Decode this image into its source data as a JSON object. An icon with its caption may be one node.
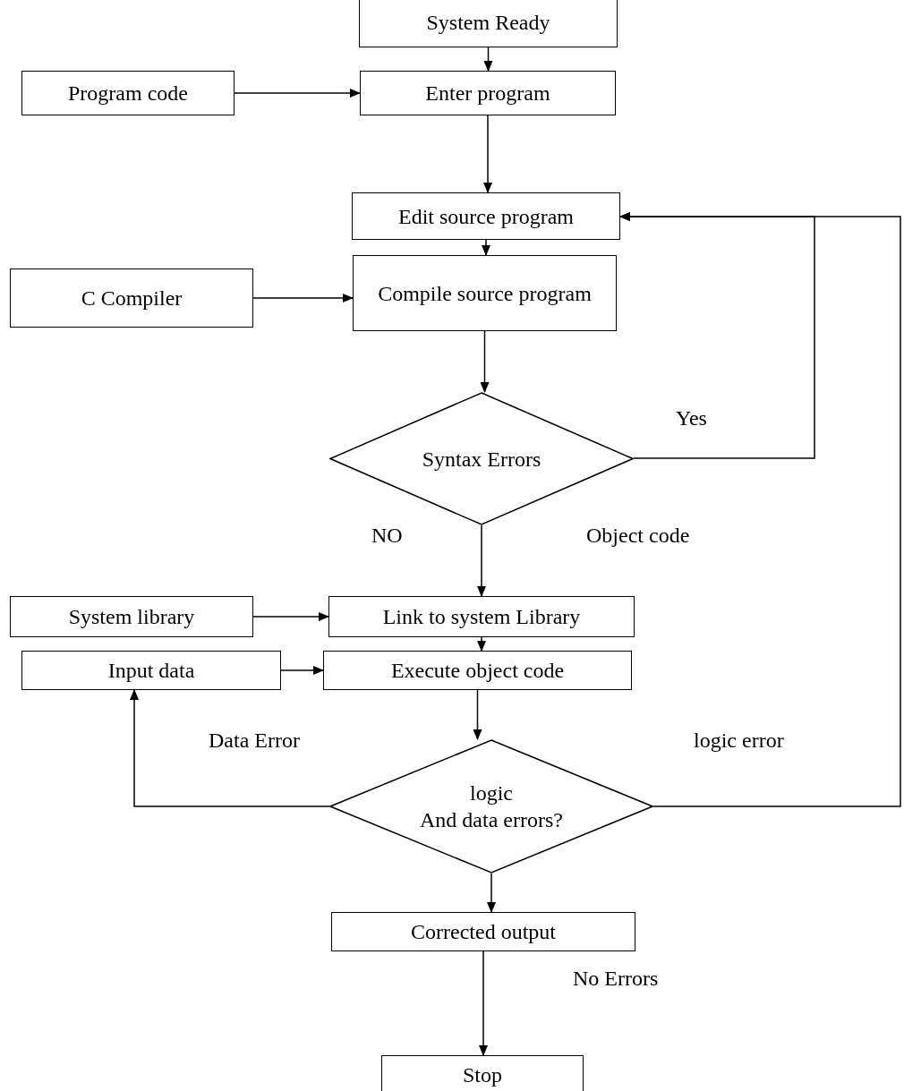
{
  "diagram": {
    "nodes": [
      {
        "text": [
          "System Ready"
        ]
      },
      {
        "text": [
          "Program code"
        ]
      },
      {
        "text": [
          "Enter program"
        ]
      },
      {
        "text": [
          "Edit source program"
        ]
      },
      {
        "text": [
          "C Compiler"
        ]
      },
      {
        "text": [
          "Compile source program"
        ]
      },
      {
        "text": [
          "Syntax Errors"
        ]
      },
      {
        "text": [
          "System library"
        ]
      },
      {
        "text": [
          "Link to system Library"
        ]
      },
      {
        "text": [
          "Input data"
        ]
      },
      {
        "text": [
          "Execute object code"
        ]
      },
      {
        "text": [
          "logic",
          "And data errors?"
        ]
      },
      {
        "text": [
          "Corrected output"
        ]
      },
      {
        "text": [
          "Stop"
        ]
      }
    ],
    "edges": [
      {
        "from": 0,
        "to": 2,
        "arrow": "to"
      },
      {
        "from": 1,
        "to": 2,
        "arrow": "to"
      },
      {
        "from": 2,
        "to": 3,
        "arrow": "to"
      },
      {
        "from": 3,
        "to": 5,
        "arrow": "to"
      },
      {
        "from": 4,
        "to": 5,
        "arrow": "to"
      },
      {
        "from": 5,
        "to": 6,
        "arrow": "to"
      },
      {
        "from": 6,
        "to": 3,
        "arrow": "to",
        "label": "Yes"
      },
      {
        "from": 6,
        "to": 8,
        "arrow": "to",
        "label": "NO"
      },
      {
        "from": 7,
        "to": 8,
        "arrow": "to"
      },
      {
        "from": 8,
        "to": 10,
        "arrow": "to"
      },
      {
        "from": 9,
        "to": 10,
        "arrow": "to"
      },
      {
        "from": 10,
        "to": 11,
        "arrow": "to"
      },
      {
        "from": 11,
        "to": 9,
        "arrow": "to",
        "label": "Data Error"
      },
      {
        "from": 11,
        "to": 3,
        "arrow": "to",
        "label": "logic error"
      },
      {
        "from": 11,
        "to": 12,
        "arrow": "to"
      },
      {
        "from": 12,
        "to": 13,
        "arrow": "to",
        "label": "No Errors"
      }
    ],
    "labels": [
      "Object code"
    ]
  }
}
